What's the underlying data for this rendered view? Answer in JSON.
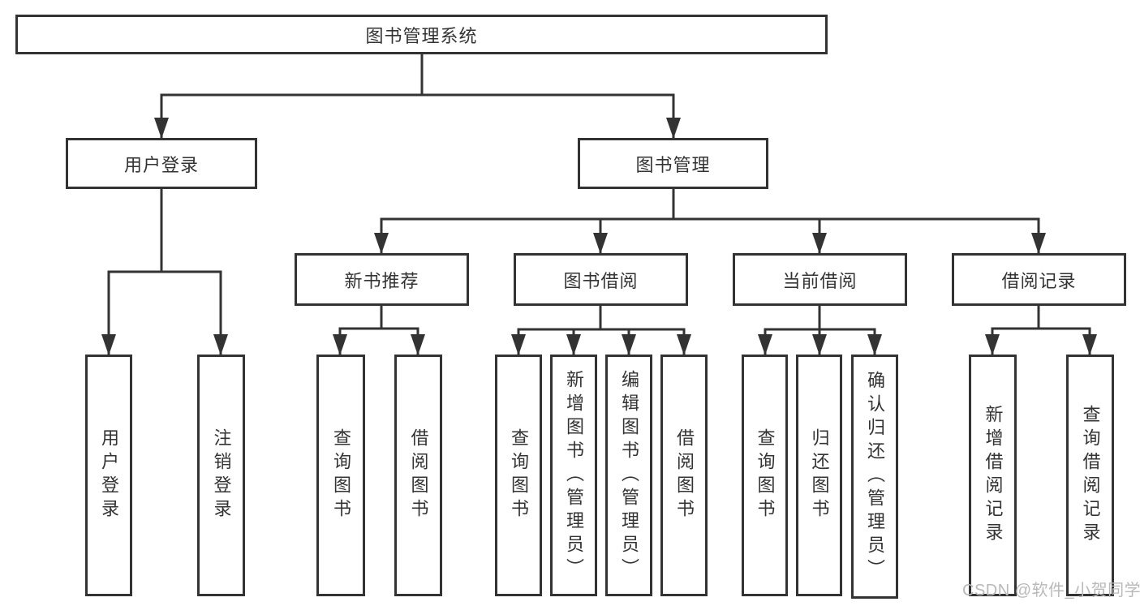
{
  "tree": {
    "label": "图书管理系统",
    "children": [
      {
        "label": "用户登录",
        "children": [
          {
            "label": "用户登录"
          },
          {
            "label": "注销登录"
          }
        ]
      },
      {
        "label": "图书管理",
        "children": [
          {
            "label": "新书推荐",
            "children": [
              {
                "label": "查询图书"
              },
              {
                "label": "借阅图书"
              }
            ]
          },
          {
            "label": "图书借阅",
            "children": [
              {
                "label": "查询图书"
              },
              {
                "label": "新增图书（管理员）"
              },
              {
                "label": "编辑图书（管理员）"
              },
              {
                "label": "借阅图书"
              }
            ]
          },
          {
            "label": "当前借阅",
            "children": [
              {
                "label": "查询图书"
              },
              {
                "label": "归还图书"
              },
              {
                "label": "确认归还（管理员）"
              }
            ]
          },
          {
            "label": "借阅记录",
            "children": [
              {
                "label": "新增借阅记录"
              },
              {
                "label": "查询借阅记录"
              }
            ]
          }
        ]
      }
    ]
  },
  "colors": {
    "line": "#333333",
    "box_border": "#333333",
    "text": "#333333",
    "background": "#ffffff",
    "watermark": "#b9b9b9"
  },
  "watermark": {
    "text": "CSDN @软件_小贺同学"
  }
}
